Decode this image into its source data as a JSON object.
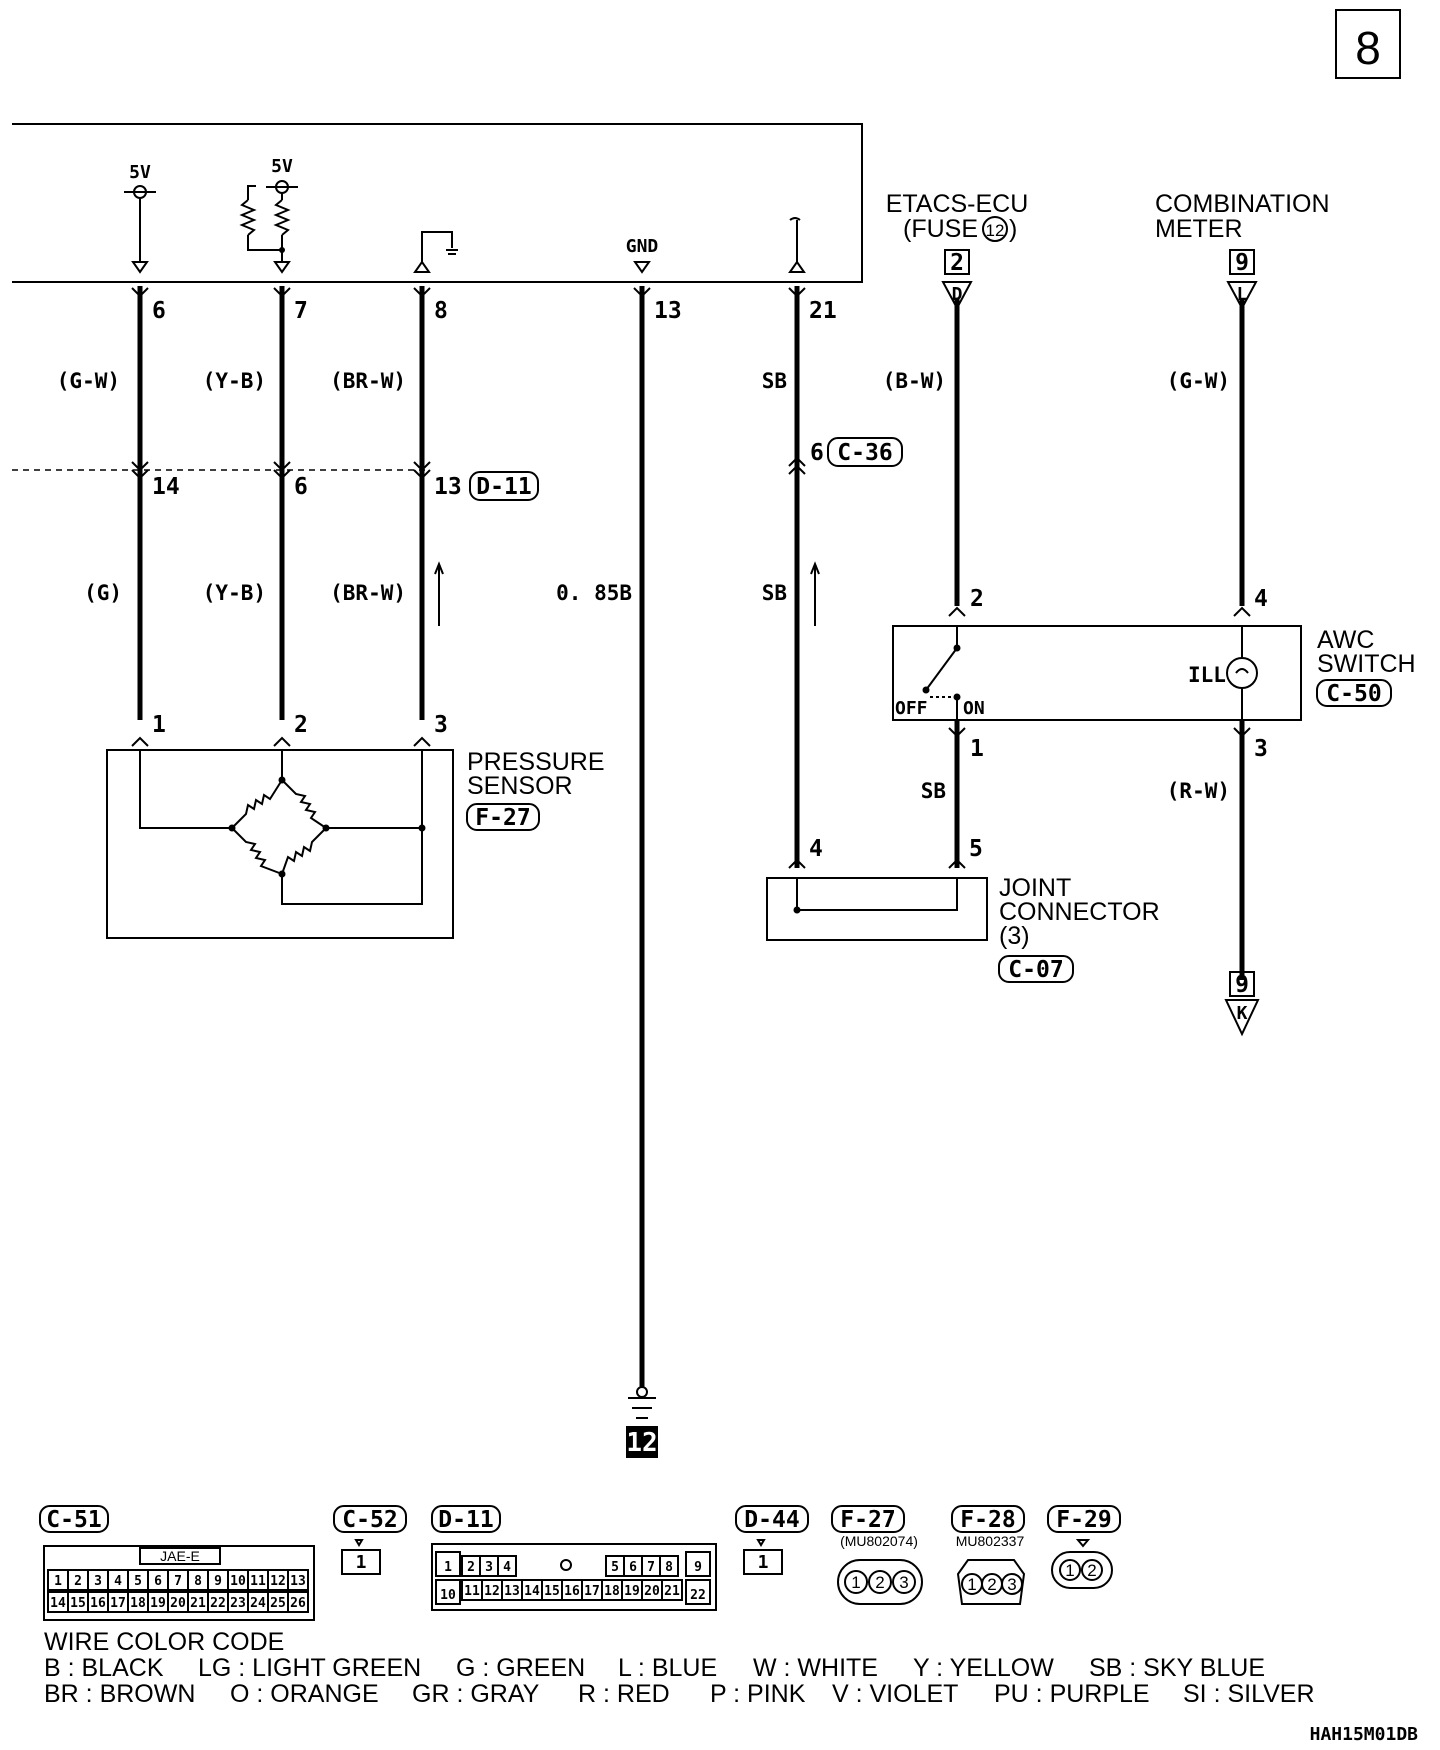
{
  "page_number": "8",
  "doc_code": "HAH15M01DB",
  "ecu_terminals": {
    "v5_a": "5V",
    "v5_b": "5V",
    "gnd": "GND"
  },
  "wires": [
    {
      "top_pin": "6",
      "top_color": "(G-W)",
      "mid_pin": "14",
      "bottom_color": "(G)",
      "sensor_pin": "1"
    },
    {
      "top_pin": "7",
      "top_color": "(Y-B)",
      "mid_pin": "6",
      "bottom_color": "(Y-B)",
      "sensor_pin": "2"
    },
    {
      "top_pin": "8",
      "top_color": "(BR-W)",
      "mid_pin": "13",
      "bottom_color": "(BR-W)",
      "sensor_pin": "3"
    }
  ],
  "ground_wire": {
    "pin": "13",
    "color": "0. 85B",
    "ground_no": "12"
  },
  "sb_wire": {
    "top_pin": "21",
    "top_color": "SB",
    "mid_pin": "6",
    "bottom_color": "SB",
    "joint_pin": "4"
  },
  "d11_label": "D-11",
  "c36_label": "C-36",
  "pressure_sensor": {
    "line1": "PRESSURE",
    "line2": "SENSOR",
    "code": "F-27"
  },
  "etacs": {
    "line1": "ETACS-ECU",
    "line2": "(FUSE",
    "fuse": "12",
    "line2_end": ")",
    "box": "2",
    "arrow": "D",
    "color": "(B-W)",
    "pin": "2"
  },
  "combination": {
    "line1": "COMBINATION",
    "line2": "METER",
    "box": "9",
    "arrow": "L",
    "color": "(G-W)",
    "pin": "4"
  },
  "awc_switch": {
    "line1": "AWC",
    "line2": "SWITCH",
    "code": "C-50",
    "off": "OFF",
    "on": "ON",
    "ill": "ILL",
    "pin1": "1",
    "pin3": "3",
    "color1": "SB",
    "color3": "(R-W)"
  },
  "joint_connector": {
    "line1": "JOINT",
    "line2": "CONNECTOR",
    "line3": "(3)",
    "code": "C-07",
    "pin4": "4",
    "pin5": "5"
  },
  "bottom_ref": {
    "box": "9",
    "arrow": "K"
  },
  "connectors": [
    {
      "code": "C-51",
      "sub": "JAE-E"
    },
    {
      "code": "C-52",
      "sub": ""
    },
    {
      "code": "D-11",
      "sub": ""
    },
    {
      "code": "D-44",
      "sub": ""
    },
    {
      "code": "F-27",
      "sub": "(MU802074)"
    },
    {
      "code": "F-28",
      "sub": "MU802337"
    },
    {
      "code": "F-29",
      "sub": ""
    }
  ],
  "c51_row1": [
    "1",
    "2",
    "3",
    "4",
    "5",
    "6",
    "7",
    "8",
    "9",
    "10",
    "11",
    "12",
    "13"
  ],
  "c51_row2": [
    "14",
    "15",
    "16",
    "17",
    "18",
    "19",
    "20",
    "21",
    "22",
    "23",
    "24",
    "25",
    "26"
  ],
  "d11_row1": [
    "1",
    "2",
    "3",
    "4",
    "5",
    "6",
    "7",
    "8",
    "9"
  ],
  "d11_row2": [
    "10",
    "11",
    "12",
    "13",
    "14",
    "15",
    "16",
    "17",
    "18",
    "19",
    "20",
    "21",
    "22"
  ],
  "pin_one": "1",
  "f27_pins": [
    "1",
    "2",
    "3"
  ],
  "f28_pins": [
    "1",
    "2",
    "3"
  ],
  "f29_pins": [
    "1",
    "2"
  ],
  "wire_color_code": {
    "title": "WIRE COLOR CODE",
    "row1": [
      "B : BLACK",
      "LG : LIGHT GREEN",
      "G : GREEN",
      "L : BLUE",
      "W : WHITE",
      "Y : YELLOW",
      "SB : SKY BLUE"
    ],
    "row2": [
      "BR : BROWN",
      "O : ORANGE",
      "GR : GRAY",
      "R : RED",
      "P : PINK",
      "V : VIOLET",
      "PU : PURPLE",
      "SI : SILVER"
    ]
  }
}
